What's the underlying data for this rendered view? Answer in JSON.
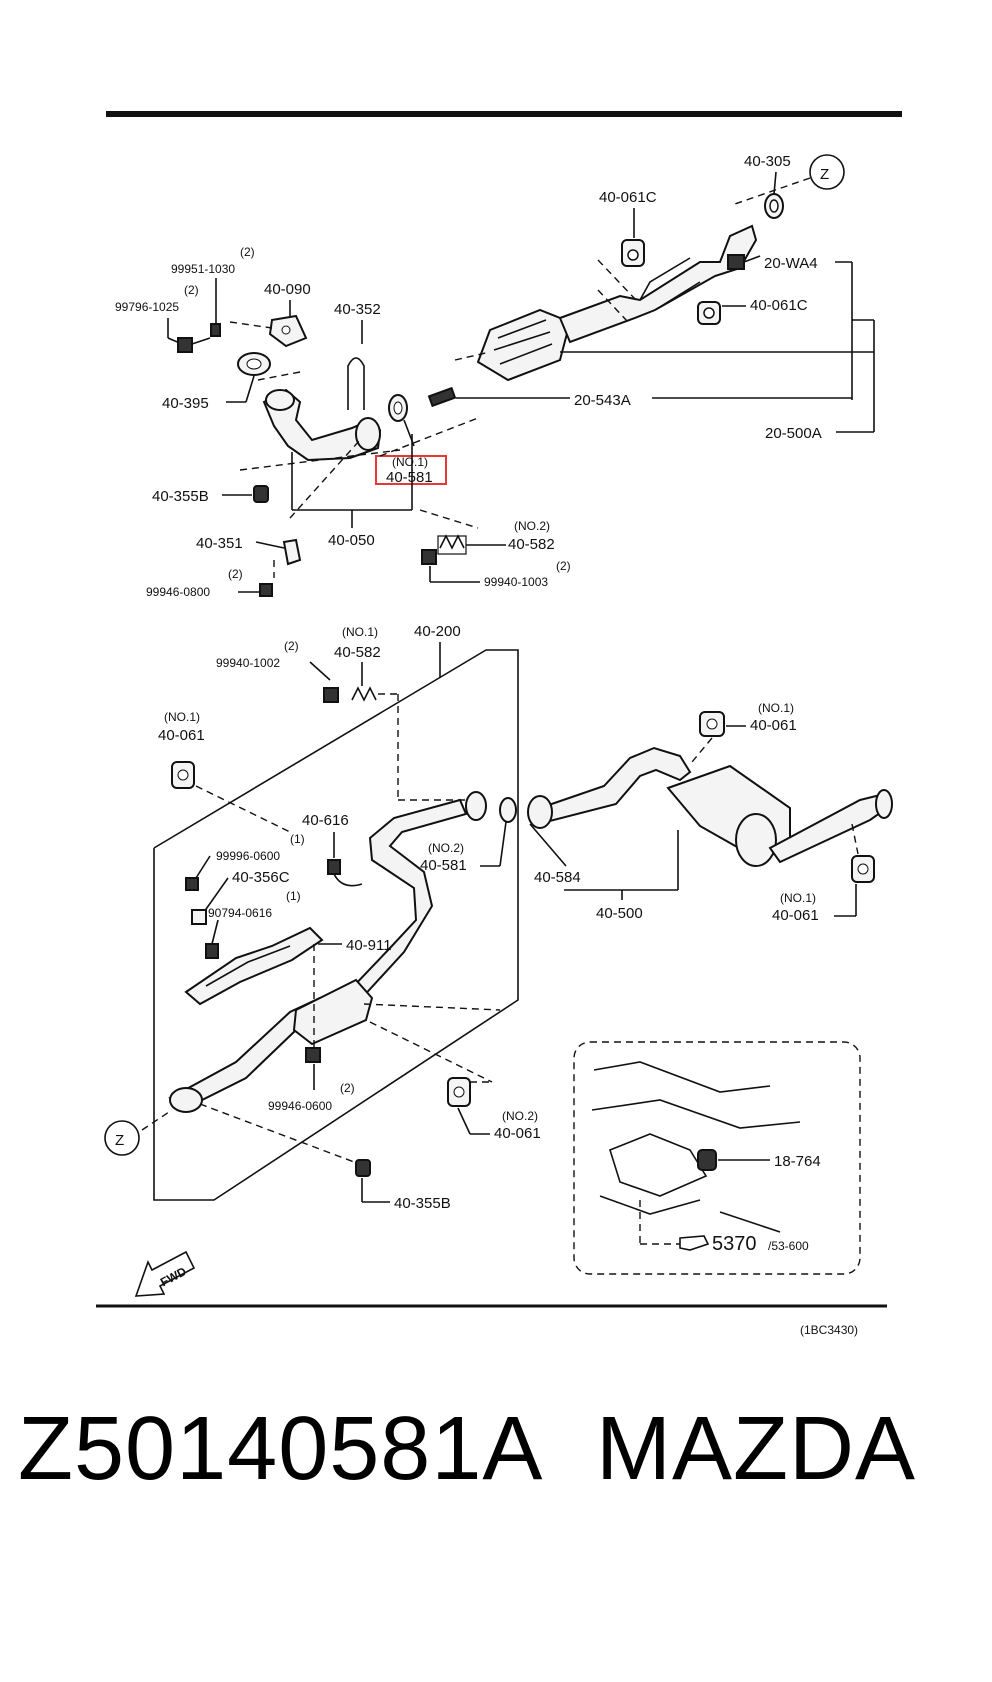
{
  "diagram_code": "(1BC3430)",
  "z_marker": "Z",
  "fwd": "FWD",
  "labels": {
    "p40_305": "40-305",
    "p40_061C_top": "40-061C",
    "p20_WA4": "20-WA4",
    "p40_061C_mid": "40-061C",
    "p20_543A": "20-543A",
    "p20_500A": "20-500A",
    "q2_a": "(2)",
    "p99951_1030": "99951-1030",
    "q2_b": "(2)",
    "p99796_1025": "99796-1025",
    "p40_090": "40-090",
    "p40_352": "40-352",
    "p40_395": "40-395",
    "no1_hl": "(NO.1)",
    "p40_581_hl": "40-581",
    "p40_355B_top": "40-355B",
    "p40_351": "40-351",
    "p40_050": "40-050",
    "q2_c": "(2)",
    "p99946_0800": "99946-0800",
    "no2_a": "(NO.2)",
    "p40_582_top": "40-582",
    "q2_d": "(2)",
    "p99940_1003": "99940-1003",
    "p40_200": "40-200",
    "no1_b": "(NO.1)",
    "p40_582_mid": "40-582",
    "q2_e": "(2)",
    "p99940_1002": "99940-1002",
    "no1_c": "(NO.1)",
    "p40_061_left": "40-061",
    "no1_d": "(NO.1)",
    "p40_061_right_top": "40-061",
    "p40_616": "40-616",
    "q1_a": "(1)",
    "p99996_0600": "99996-0600",
    "p40_356C": "40-356C",
    "q1_b": "(1)",
    "p90794_0616": "90794-0616",
    "no2_b": "(NO.2)",
    "p40_581_mid": "40-581",
    "p40_584": "40-584",
    "p40_500": "40-500",
    "no1_e": "(NO.1)",
    "p40_061_right_low": "40-061",
    "p40_911": "40-911",
    "q2_f": "(2)",
    "p99946_0600": "99946-0600",
    "no2_c": "(NO.2)",
    "p40_061_bottom": "40-061",
    "p40_355B_bottom": "40-355B",
    "p18_764": "18-764",
    "p5370": "5370",
    "p53_600": "/53-600"
  },
  "footer": {
    "part_number": "Z50140581A",
    "brand": "MAZDA"
  },
  "colors": {
    "highlight": "#e53935",
    "ink": "#111111"
  }
}
